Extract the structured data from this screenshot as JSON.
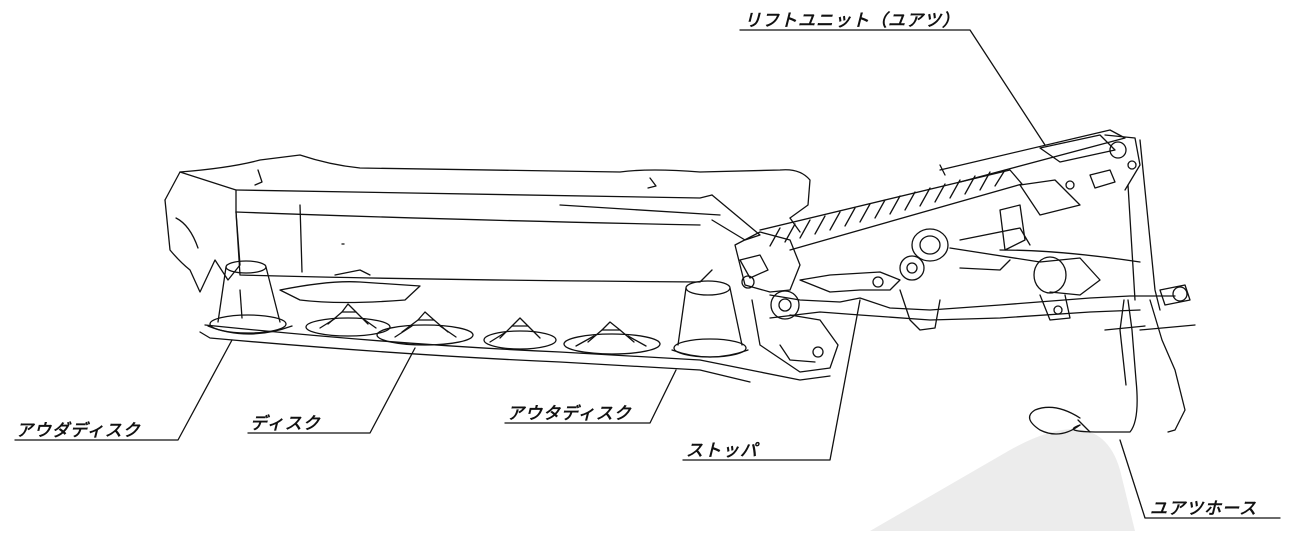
{
  "labels": {
    "lift_unit": "リフトユニット（ユアツ）",
    "outer_disc_left": "アウダディスク",
    "disc": "ディスク",
    "outer_disc_right": "アウタディスク",
    "stopper": "ストッパ",
    "hydraulic_hose": "ユアツホース"
  },
  "colors": {
    "line": "#111111",
    "background": "#ffffff",
    "watermark": "#e8e8e8"
  }
}
